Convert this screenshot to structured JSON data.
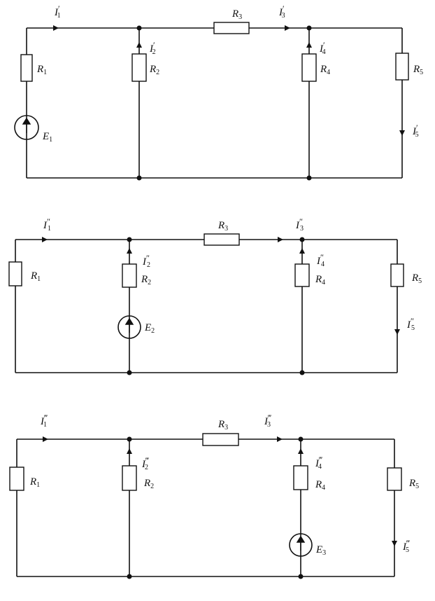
{
  "circuits": [
    {
      "resistors": [
        {
          "name": "R",
          "sub": "1"
        },
        {
          "name": "R",
          "sub": "2"
        },
        {
          "name": "R",
          "sub": "3"
        },
        {
          "name": "R",
          "sub": "4"
        },
        {
          "name": "R",
          "sub": "5"
        }
      ],
      "source": {
        "name": "E",
        "sub": "1"
      },
      "currents": [
        {
          "name": "I",
          "sub": "1",
          "mark": "′"
        },
        {
          "name": "I",
          "sub": "2",
          "mark": "′"
        },
        {
          "name": "I",
          "sub": "3",
          "mark": "′"
        },
        {
          "name": "I",
          "sub": "4",
          "mark": "′"
        },
        {
          "name": "I",
          "sub": "5",
          "mark": "′"
        }
      ]
    },
    {
      "resistors": [
        {
          "name": "R",
          "sub": "1"
        },
        {
          "name": "R",
          "sub": "2"
        },
        {
          "name": "R",
          "sub": "3"
        },
        {
          "name": "R",
          "sub": "4"
        },
        {
          "name": "R",
          "sub": "5"
        }
      ],
      "source": {
        "name": "E",
        "sub": "2"
      },
      "currents": [
        {
          "name": "I",
          "sub": "1",
          "mark": "″"
        },
        {
          "name": "I",
          "sub": "2",
          "mark": "″"
        },
        {
          "name": "I",
          "sub": "3",
          "mark": "″"
        },
        {
          "name": "I",
          "sub": "4",
          "mark": "″"
        },
        {
          "name": "I",
          "sub": "5",
          "mark": "″"
        }
      ]
    },
    {
      "resistors": [
        {
          "name": "R",
          "sub": "1"
        },
        {
          "name": "R",
          "sub": "2"
        },
        {
          "name": "R",
          "sub": "3"
        },
        {
          "name": "R",
          "sub": "4"
        },
        {
          "name": "R",
          "sub": "5"
        }
      ],
      "source": {
        "name": "E",
        "sub": "3"
      },
      "currents": [
        {
          "name": "I",
          "sub": "1",
          "mark": "‴"
        },
        {
          "name": "I",
          "sub": "2",
          "mark": "‴"
        },
        {
          "name": "I",
          "sub": "3",
          "mark": "‴"
        },
        {
          "name": "I",
          "sub": "4",
          "mark": "‴"
        },
        {
          "name": "I",
          "sub": "5",
          "mark": "‴"
        }
      ]
    }
  ]
}
